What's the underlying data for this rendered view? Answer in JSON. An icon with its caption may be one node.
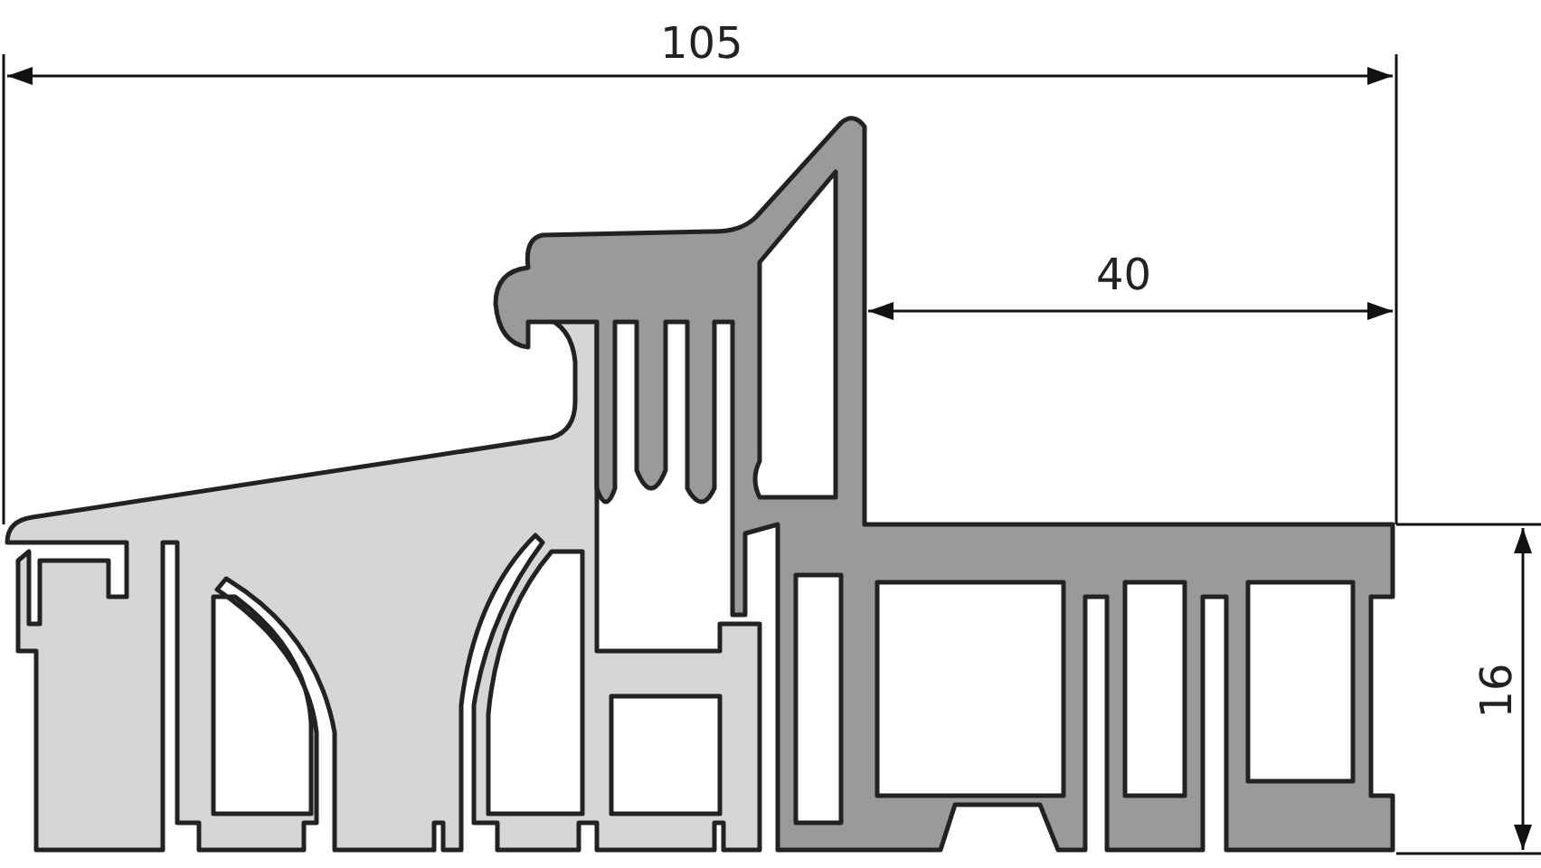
{
  "diagram": {
    "labels": [
      "105",
      "40",
      "16"
    ]
  }
}
